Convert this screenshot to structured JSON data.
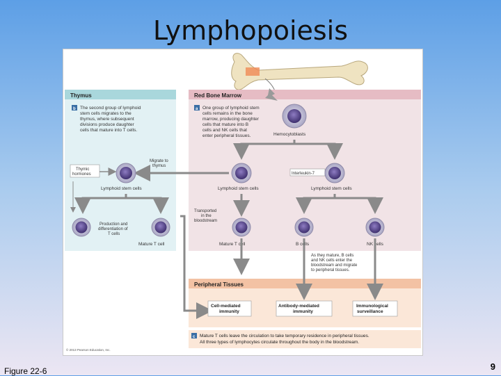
{
  "slide": {
    "title": "Lymphopoiesis",
    "figure_caption": "Figure 22-6",
    "page_number": "9"
  },
  "diagram": {
    "thymus_header": "Thymus",
    "marrow_header": "Red Bone Marrow",
    "tissues_header": "Peripheral Tissues",
    "step_a": "a",
    "step_b": "b",
    "step_c": "c",
    "step_a_lines": [
      "One group of lymphoid stem",
      "cells remains in the bone",
      "marrow, producing daughter",
      "cells that mature into B",
      "cells and NK cells that",
      "enter peripheral tissues."
    ],
    "step_b_lines": [
      "The second group of lymphoid",
      "stem cells migrates to the",
      "thymus, where subsequent",
      "divisions produce daughter",
      "cells that mature into T cells."
    ],
    "hemocytoblasts": "Hemocytoblasts",
    "migrate_lines": [
      "Migrate to",
      "thymus"
    ],
    "thymic_hormones_lines": [
      "Thymic",
      "hormones"
    ],
    "interleukin": "Interleukin-7",
    "lymphoid_stem_cells": "Lymphoid stem cells",
    "transported_lines": [
      "Transported",
      "in the",
      "bloodstream"
    ],
    "production_lines": [
      "Production and",
      "differentiation of",
      "T cells"
    ],
    "mature_t_cell": "Mature T cell",
    "b_cells": "B cells",
    "nk_cells": "NK cells",
    "mature_note_lines": [
      "As they mature, B cells",
      "and NK cells enter the",
      "bloodstream and migrate",
      "to peripheral tissues."
    ],
    "cell_mediated_lines": [
      "Cell-mediated",
      "immunity"
    ],
    "antibody_mediated_lines": [
      "Antibody-mediated",
      "immunity"
    ],
    "immunological_lines": [
      "Immunological",
      "surveillance"
    ],
    "step_c_lines": [
      "Mature T cells leave the circulation to take temporary residence in peripheral tissues.",
      "All three types of lymphocytes circulate throughout the body in the bloodstream."
    ],
    "copyright": "© 2013 Pearson Education, Inc.",
    "colors": {
      "thymus_bg": "#e2f1f4",
      "thymus_header_bg": "#a9d7dc",
      "marrow_bg": "#f1e3e6",
      "marrow_header_bg": "#e6bcc4",
      "tissues_bg": "#fbe7d8",
      "tissues_header_bg": "#f3c2a4",
      "arrow": "#8a8a8a",
      "cell_outer": "#c9c6d8",
      "cell_nucleus": "#5d4d8c",
      "bone": "#efe3c1"
    }
  }
}
